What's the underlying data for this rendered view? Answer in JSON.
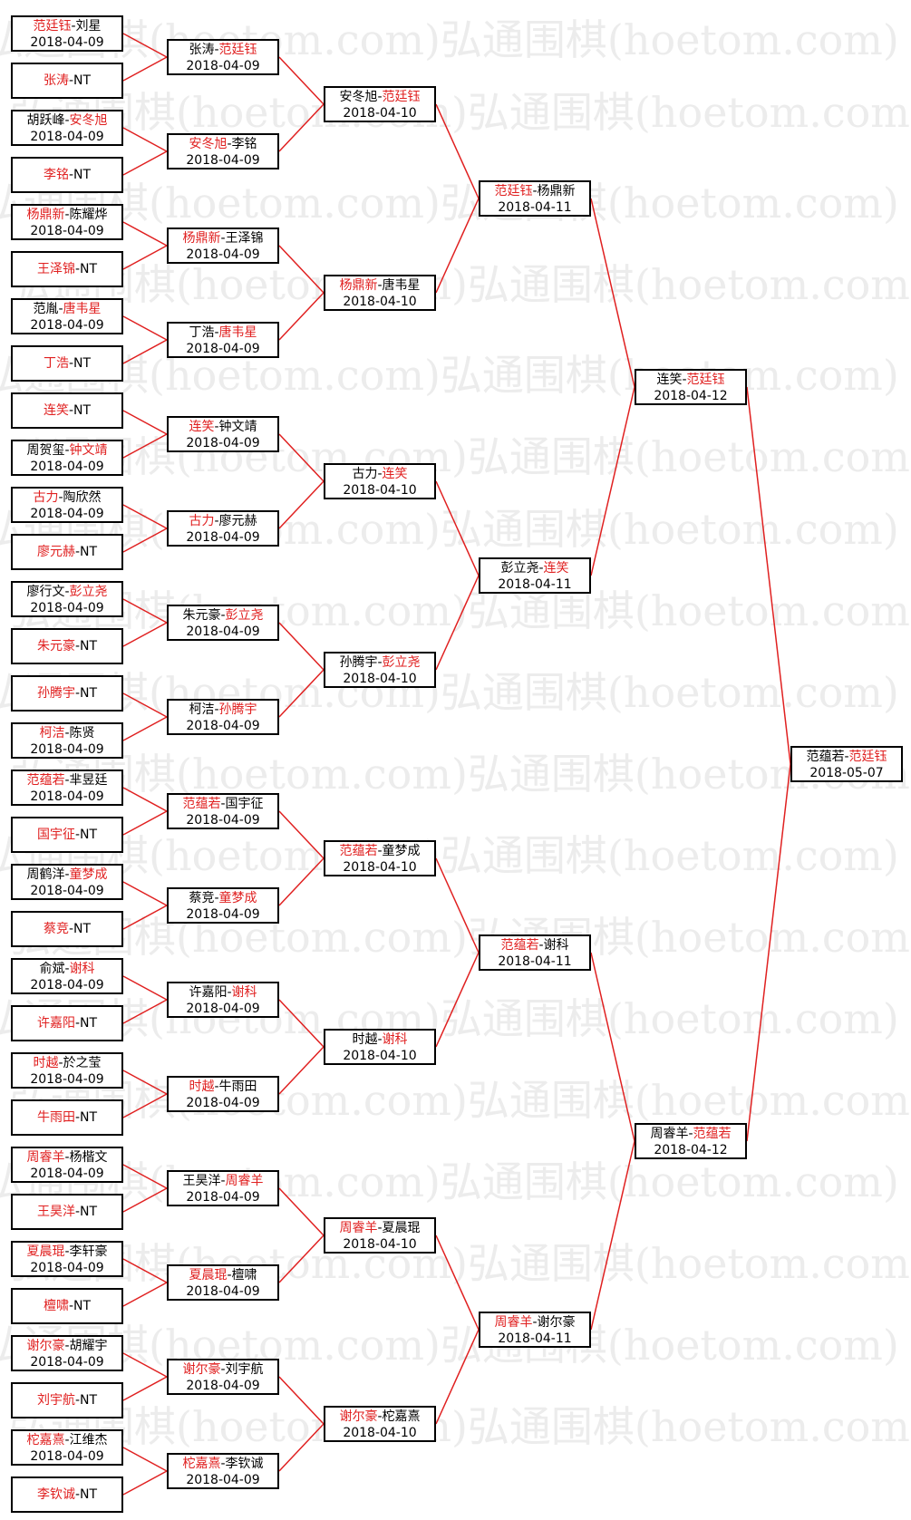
{
  "watermark": "弘通围棋(hoetom.com)",
  "colors": {
    "winner": "#e02020",
    "line": "#e02020",
    "border": "#000000"
  },
  "rounds": [
    {
      "matches": [
        {
          "p1": "范廷钰",
          "p2": "刘星",
          "winner": 1,
          "date": "2018-04-09"
        },
        {
          "p1": "张涛",
          "p2": "NT",
          "winner": 1,
          "date": ""
        },
        {
          "p1": "胡跃峰",
          "p2": "安冬旭",
          "winner": 2,
          "date": "2018-04-09"
        },
        {
          "p1": "李铭",
          "p2": "NT",
          "winner": 1,
          "date": ""
        },
        {
          "p1": "杨鼎新",
          "p2": "陈耀烨",
          "winner": 1,
          "date": "2018-04-09"
        },
        {
          "p1": "王泽锦",
          "p2": "NT",
          "winner": 1,
          "date": ""
        },
        {
          "p1": "范胤",
          "p2": "唐韦星",
          "winner": 2,
          "date": "2018-04-09"
        },
        {
          "p1": "丁浩",
          "p2": "NT",
          "winner": 1,
          "date": ""
        },
        {
          "p1": "连笑",
          "p2": "NT",
          "winner": 1,
          "date": ""
        },
        {
          "p1": "周贺玺",
          "p2": "钟文靖",
          "winner": 2,
          "date": "2018-04-09"
        },
        {
          "p1": "古力",
          "p2": "陶欣然",
          "winner": 1,
          "date": "2018-04-09"
        },
        {
          "p1": "廖元赫",
          "p2": "NT",
          "winner": 1,
          "date": ""
        },
        {
          "p1": "廖行文",
          "p2": "彭立尧",
          "winner": 2,
          "date": "2018-04-09"
        },
        {
          "p1": "朱元豪",
          "p2": "NT",
          "winner": 1,
          "date": ""
        },
        {
          "p1": "孙腾宇",
          "p2": "NT",
          "winner": 1,
          "date": ""
        },
        {
          "p1": "柯洁",
          "p2": "陈贤",
          "winner": 1,
          "date": "2018-04-09"
        },
        {
          "p1": "范蕴若",
          "p2": "芈昱廷",
          "winner": 1,
          "date": "2018-04-09"
        },
        {
          "p1": "国宇征",
          "p2": "NT",
          "winner": 1,
          "date": ""
        },
        {
          "p1": "周鹤洋",
          "p2": "童梦成",
          "winner": 2,
          "date": "2018-04-09"
        },
        {
          "p1": "蔡竞",
          "p2": "NT",
          "winner": 1,
          "date": ""
        },
        {
          "p1": "俞斌",
          "p2": "谢科",
          "winner": 2,
          "date": "2018-04-09"
        },
        {
          "p1": "许嘉阳",
          "p2": "NT",
          "winner": 1,
          "date": ""
        },
        {
          "p1": "时越",
          "p2": "於之莹",
          "winner": 1,
          "date": "2018-04-09"
        },
        {
          "p1": "牛雨田",
          "p2": "NT",
          "winner": 1,
          "date": ""
        },
        {
          "p1": "周睿羊",
          "p2": "杨楷文",
          "winner": 1,
          "date": "2018-04-09"
        },
        {
          "p1": "王昊洋",
          "p2": "NT",
          "winner": 1,
          "date": ""
        },
        {
          "p1": "夏晨琨",
          "p2": "李轩豪",
          "winner": 1,
          "date": "2018-04-09"
        },
        {
          "p1": "檀啸",
          "p2": "NT",
          "winner": 1,
          "date": ""
        },
        {
          "p1": "谢尔豪",
          "p2": "胡耀宇",
          "winner": 1,
          "date": "2018-04-09"
        },
        {
          "p1": "刘宇航",
          "p2": "NT",
          "winner": 1,
          "date": ""
        },
        {
          "p1": "柁嘉熹",
          "p2": "江维杰",
          "winner": 1,
          "date": "2018-04-09"
        },
        {
          "p1": "李钦诚",
          "p2": "NT",
          "winner": 1,
          "date": ""
        }
      ]
    },
    {
      "matches": [
        {
          "p1": "张涛",
          "p2": "范廷钰",
          "winner": 2,
          "date": "2018-04-09"
        },
        {
          "p1": "安冬旭",
          "p2": "李铭",
          "winner": 1,
          "date": "2018-04-09"
        },
        {
          "p1": "杨鼎新",
          "p2": "王泽锦",
          "winner": 1,
          "date": "2018-04-09"
        },
        {
          "p1": "丁浩",
          "p2": "唐韦星",
          "winner": 2,
          "date": "2018-04-09"
        },
        {
          "p1": "连笑",
          "p2": "钟文靖",
          "winner": 1,
          "date": "2018-04-09"
        },
        {
          "p1": "古力",
          "p2": "廖元赫",
          "winner": 1,
          "date": "2018-04-09"
        },
        {
          "p1": "朱元豪",
          "p2": "彭立尧",
          "winner": 2,
          "date": "2018-04-09"
        },
        {
          "p1": "柯洁",
          "p2": "孙腾宇",
          "winner": 2,
          "date": "2018-04-09"
        },
        {
          "p1": "范蕴若",
          "p2": "国宇征",
          "winner": 1,
          "date": "2018-04-09"
        },
        {
          "p1": "蔡竞",
          "p2": "童梦成",
          "winner": 2,
          "date": "2018-04-09"
        },
        {
          "p1": "许嘉阳",
          "p2": "谢科",
          "winner": 2,
          "date": "2018-04-09"
        },
        {
          "p1": "时越",
          "p2": "牛雨田",
          "winner": 1,
          "date": "2018-04-09"
        },
        {
          "p1": "王昊洋",
          "p2": "周睿羊",
          "winner": 2,
          "date": "2018-04-09"
        },
        {
          "p1": "夏晨琨",
          "p2": "檀啸",
          "winner": 1,
          "date": "2018-04-09"
        },
        {
          "p1": "谢尔豪",
          "p2": "刘宇航",
          "winner": 1,
          "date": "2018-04-09"
        },
        {
          "p1": "柁嘉熹",
          "p2": "李钦诚",
          "winner": 1,
          "date": "2018-04-09"
        }
      ]
    },
    {
      "matches": [
        {
          "p1": "安冬旭",
          "p2": "范廷钰",
          "winner": 2,
          "date": "2018-04-10"
        },
        {
          "p1": "杨鼎新",
          "p2": "唐韦星",
          "winner": 1,
          "date": "2018-04-10"
        },
        {
          "p1": "古力",
          "p2": "连笑",
          "winner": 2,
          "date": "2018-04-10"
        },
        {
          "p1": "孙腾宇",
          "p2": "彭立尧",
          "winner": 2,
          "date": "2018-04-10"
        },
        {
          "p1": "范蕴若",
          "p2": "童梦成",
          "winner": 1,
          "date": "2018-04-10"
        },
        {
          "p1": "时越",
          "p2": "谢科",
          "winner": 2,
          "date": "2018-04-10"
        },
        {
          "p1": "周睿羊",
          "p2": "夏晨琨",
          "winner": 1,
          "date": "2018-04-10"
        },
        {
          "p1": "谢尔豪",
          "p2": "柁嘉熹",
          "winner": 1,
          "date": "2018-04-10"
        }
      ]
    },
    {
      "matches": [
        {
          "p1": "范廷钰",
          "p2": "杨鼎新",
          "winner": 1,
          "date": "2018-04-11"
        },
        {
          "p1": "彭立尧",
          "p2": "连笑",
          "winner": 2,
          "date": "2018-04-11"
        },
        {
          "p1": "范蕴若",
          "p2": "谢科",
          "winner": 1,
          "date": "2018-04-11"
        },
        {
          "p1": "周睿羊",
          "p2": "谢尔豪",
          "winner": 1,
          "date": "2018-04-11"
        }
      ]
    },
    {
      "matches": [
        {
          "p1": "连笑",
          "p2": "范廷钰",
          "winner": 2,
          "date": "2018-04-12"
        },
        {
          "p1": "周睿羊",
          "p2": "范蕴若",
          "winner": 2,
          "date": "2018-04-12"
        }
      ]
    },
    {
      "matches": [
        {
          "p1": "范蕴若",
          "p2": "范廷钰",
          "winner": 2,
          "date": "2018-05-07"
        }
      ]
    }
  ]
}
